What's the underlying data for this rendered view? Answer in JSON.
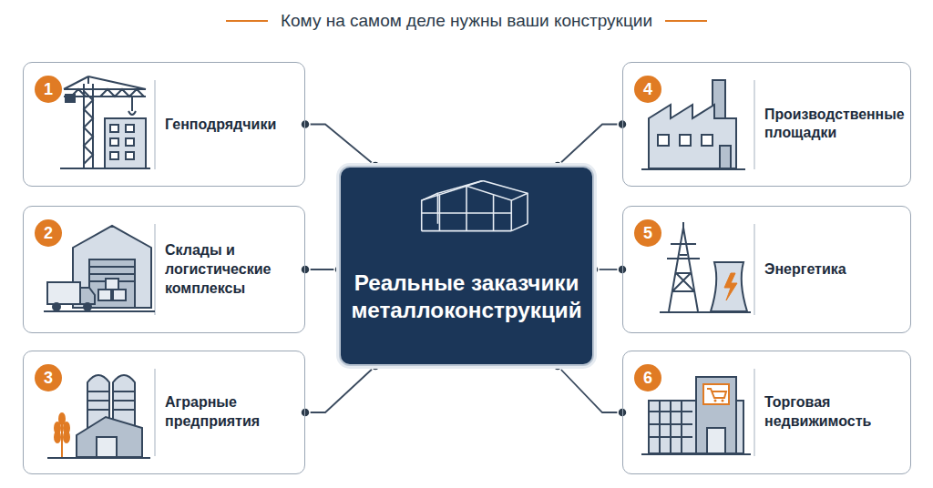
{
  "diagram": {
    "title": "Кому на самом деле нужны ваши конструкции",
    "nodes": [
      {
        "text": [
          "Реальные заказчики металлоконструкций"
        ]
      },
      {
        "text": [
          "Генподрядчики"
        ]
      },
      {
        "text": [
          "1"
        ],
        "in": 1
      },
      {
        "text": [
          "Склады и логистические комплексы"
        ]
      },
      {
        "text": [
          "2"
        ],
        "in": 3
      },
      {
        "text": [
          "Аграрные предприятия"
        ]
      },
      {
        "text": [
          "3"
        ],
        "in": 5
      },
      {
        "text": [
          "Производственные площадки"
        ]
      },
      {
        "text": [
          "4"
        ],
        "in": 7
      },
      {
        "text": [
          "Энергетика"
        ]
      },
      {
        "text": [
          "5"
        ],
        "in": 9
      },
      {
        "text": [
          "Торговая недвижимость"
        ]
      },
      {
        "text": [
          "6"
        ],
        "in": 11
      }
    ],
    "edges": [
      {
        "from": 0,
        "to": 1,
        "arrow": "none"
      },
      {
        "from": 0,
        "to": 3,
        "arrow": "none"
      },
      {
        "from": 0,
        "to": 5,
        "arrow": "none"
      },
      {
        "from": 0,
        "to": 7,
        "arrow": "none"
      },
      {
        "from": 0,
        "to": 9,
        "arrow": "none"
      },
      {
        "from": 0,
        "to": 11,
        "arrow": "none"
      }
    ]
  }
}
